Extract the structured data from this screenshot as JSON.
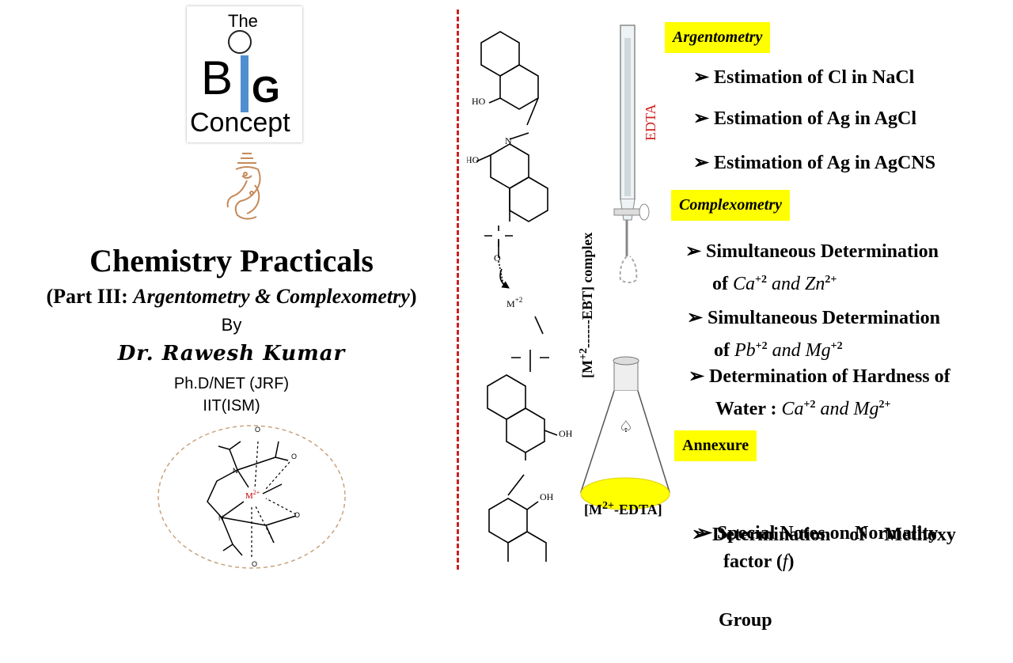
{
  "logo": {
    "the": "The",
    "b": "B",
    "g": "G",
    "concept": "Concept"
  },
  "left": {
    "title": "Chemistry Practicals",
    "subtitle_prefix": "(Part III: ",
    "subtitle_italic": "Argentometry & Complexometry",
    "subtitle_suffix": ")",
    "by": "By",
    "author": "Dr. Rawesh Kumar",
    "degree": "Ph.D/NET (JRF)",
    "institute": "IIT(ISM)"
  },
  "diagram": {
    "ho_top": "HO",
    "n_label": "N",
    "ho_mid": "HO",
    "so3_top": "O",
    "metal": "M",
    "metal_charge": "+2",
    "oh_bottom": "OH",
    "oh_last": "OH",
    "vertical_label_prefix": "[M",
    "vertical_label_charge": "+2",
    "vertical_label_suffix": "------EBT] complex",
    "burette_label": "EDTA",
    "flask_label_prefix": "[M",
    "flask_label_charge": "2+",
    "flask_label_suffix": "-EDTA]",
    "ring_metal": "M",
    "ring_metal_charge": "2+"
  },
  "sections": {
    "argentometry": {
      "tag": "Argentometry",
      "items": [
        "Estimation of Cl in NaCl",
        "Estimation of Ag in AgCl",
        "Estimation of Ag in AgCNS"
      ]
    },
    "complexometry": {
      "tag": "Complexometry",
      "item1_line1": "Simultaneous Determination",
      "item1_of": "of ",
      "item1_ion1": "Ca",
      "item1_ion1_charge": "+2",
      "item1_and": " and Zn",
      "item1_ion2_charge": "2+",
      "item2_line1": "Simultaneous Determination",
      "item2_of": "of ",
      "item2_ion1": "Pb",
      "item2_ion1_charge": "+2",
      "item2_and": " and Mg",
      "item2_ion2_charge": "+2",
      "item3_line1": "Determination of Hardness of",
      "item3_prefix": "Water : ",
      "item3_ion1": "Ca",
      "item3_ion1_charge": "+2",
      "item3_and": " and Mg",
      "item3_ion2_charge": "2+"
    },
    "annexure": {
      "tag": "Annexure",
      "item1_line1": "Determination    of    Methoxy",
      "item1_line2": "Group",
      "item2_line1": "Special Notes on Normality",
      "item2_line2_prefix": "factor (",
      "item2_line2_f": "f",
      "item2_line2_suffix": ")"
    }
  },
  "arrow_glyph": "➢",
  "colors": {
    "highlight": "#ffff00",
    "divider": "#d02020",
    "burette_label": "#d02020",
    "logo_bar": "#4f8fd0"
  }
}
